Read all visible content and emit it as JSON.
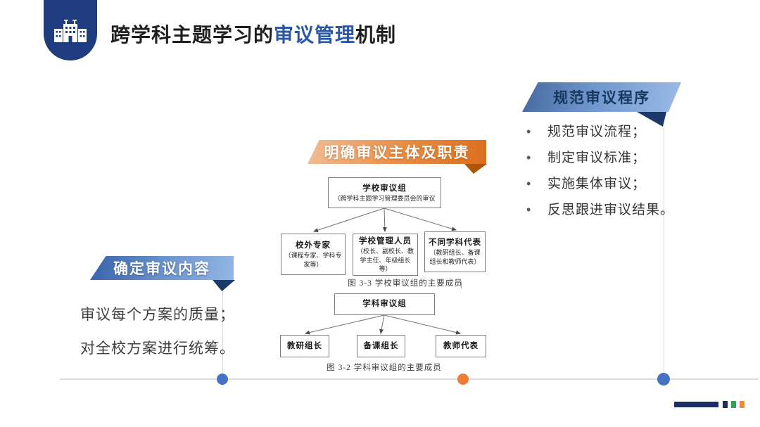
{
  "slide": {
    "title": {
      "prefix": "跨学科主题学习的",
      "highlight": "审议管理",
      "suffix": "机制"
    },
    "logo_icon": "school-building"
  },
  "callouts": {
    "right": {
      "banner": "规范审议程序",
      "bullet_char": "•",
      "bullets": [
        "规范审议流程；",
        "制定审议标准；",
        "实施集体审议；",
        "反思跟进审议结果。"
      ]
    },
    "center": {
      "banner": "明确审议主体及职责"
    },
    "left": {
      "banner": "确定审议内容",
      "lines": [
        "审议每个方案的质量；",
        "对全校方案进行统筹。"
      ]
    }
  },
  "org_charts": [
    {
      "root": {
        "title": "学校审议组",
        "subtitle": "（跨学科主题学习管理委员会的审议"
      },
      "children": [
        {
          "title": "校外专家",
          "subtitle": "（课程专家、学科专家等）"
        },
        {
          "title": "学校管理人员",
          "subtitle": "（校长、副校长、教学主任、年级组长等）"
        },
        {
          "title": "不同学科代表",
          "subtitle": "（教研组长、备课组长和教师代表）"
        }
      ],
      "caption": "图 3-3 学校审议组的主要成员"
    },
    {
      "root": {
        "title": "学科审议组"
      },
      "children": [
        {
          "title": "教研组长"
        },
        {
          "title": "备课组长"
        },
        {
          "title": "教师代表"
        }
      ],
      "caption": "图 3-2  学科审议组的主要成员"
    }
  ],
  "colors": {
    "accent_blue": "#2b57a5",
    "badge_navy": "#1e3c7e",
    "ribbon_fold_navy": "#1b3a6b",
    "ribbon_orange": "#dc6e1e",
    "ribbon_fold_orange": "#b05508",
    "timeline_dot_blue": "#4472c4",
    "timeline_dot_orange": "#ed7d31",
    "footer_navy": "#1a2e63",
    "footer_green": "#2fa356",
    "footer_orange": "#ef8c2d"
  }
}
